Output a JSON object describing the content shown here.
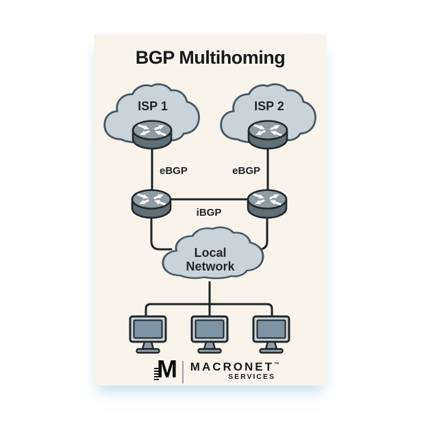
{
  "title": "BGP Multihoming",
  "labels": {
    "isp1": "ISP 1",
    "isp2": "ISP 2",
    "ebgp_left": "eBGP",
    "ebgp_right": "eBGP",
    "ibgp": "iBGP",
    "local_network": "Local\nNetwork"
  },
  "logo": {
    "mark": "M",
    "name": "MACRONET",
    "trademark": "™",
    "subtitle": "SERVICES"
  },
  "diagram": {
    "nodes": [
      {
        "id": "isp1-cloud",
        "type": "cloud",
        "label": "ISP 1"
      },
      {
        "id": "isp2-cloud",
        "type": "cloud",
        "label": "ISP 2"
      },
      {
        "id": "isp1-router",
        "type": "router"
      },
      {
        "id": "isp2-router",
        "type": "router"
      },
      {
        "id": "edge-router-left",
        "type": "router"
      },
      {
        "id": "edge-router-right",
        "type": "router"
      },
      {
        "id": "local-network-cloud",
        "type": "cloud",
        "label": "Local Network"
      },
      {
        "id": "workstation-1",
        "type": "computer"
      },
      {
        "id": "workstation-2",
        "type": "computer"
      },
      {
        "id": "workstation-3",
        "type": "computer"
      }
    ],
    "edges": [
      {
        "from": "isp1-router",
        "to": "edge-router-left",
        "label": "eBGP"
      },
      {
        "from": "isp2-router",
        "to": "edge-router-right",
        "label": "eBGP"
      },
      {
        "from": "edge-router-left",
        "to": "edge-router-right",
        "label": "iBGP"
      },
      {
        "from": "edge-router-left",
        "to": "local-network-cloud",
        "label": ""
      },
      {
        "from": "edge-router-right",
        "to": "local-network-cloud",
        "label": ""
      },
      {
        "from": "local-network-cloud",
        "to": "workstation-1",
        "label": ""
      },
      {
        "from": "local-network-cloud",
        "to": "workstation-2",
        "label": ""
      },
      {
        "from": "local-network-cloud",
        "to": "workstation-3",
        "label": ""
      }
    ]
  },
  "colors": {
    "page_bg": "#ffffff",
    "card_bg": "#f8f4ec",
    "cloud_fill": "#c9d4da",
    "cloud_stroke": "#46555f",
    "line": "#1d2226",
    "router_top": "#8e9ca4",
    "router_body": "#5f6f78",
    "monitor_bezel": "#cdd5d9",
    "monitor_screen": "#7e93a3",
    "monitor_stand": "#8d9ca6",
    "text": "#1b2025"
  }
}
